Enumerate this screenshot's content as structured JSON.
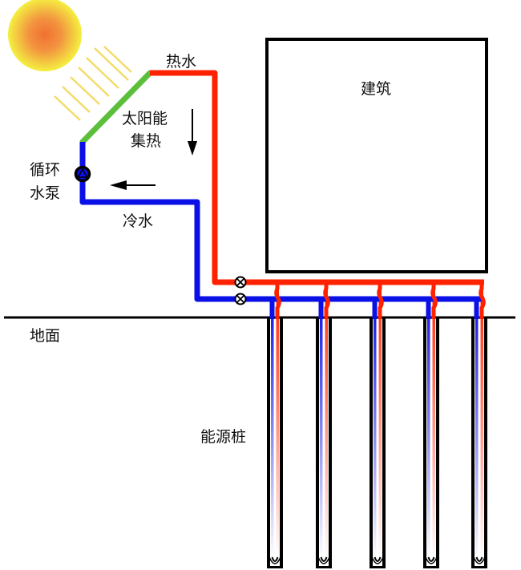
{
  "labels": {
    "hot_water": "热水",
    "cold_water": "冷水",
    "solar_collector_line1": "太阳能",
    "solar_collector_line2": "集热",
    "pump_line1": "循环",
    "pump_line2": "水泵",
    "building": "建筑",
    "ground": "地面",
    "energy_pile": "能源桩"
  },
  "colors": {
    "hot_pipe": "#ff2200",
    "cold_pipe": "#0a10e6",
    "collector": "#5cbf3c",
    "sun_core": "#f07030",
    "sun_edge": "#f4f040",
    "sun_rays": "#f3dc6a",
    "outline": "#000000"
  },
  "components": {
    "energy_pile_count": 5,
    "valves": [
      "hot-line-valve",
      "cold-line-valve"
    ],
    "flow_arrows": [
      "down",
      "left"
    ]
  }
}
